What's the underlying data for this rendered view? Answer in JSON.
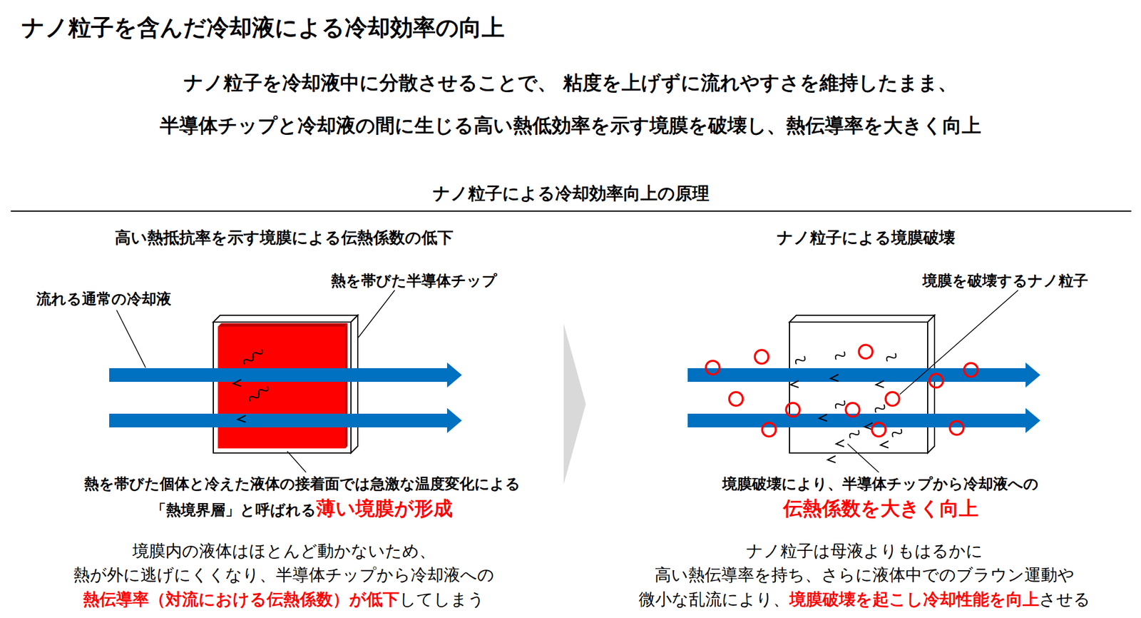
{
  "diagram": {
    "title": "ナノ粒子を含んだ冷却液による冷却効率の向上",
    "labels": [
      "ナノ粒子を冷却液中に分散させることで、 粘度を上げずに流れやすさを維持したまま、",
      "半導体チップと冷却液の間に生じる高い熱低効率を示す境膜を破壊し、熱伝導率を大きく向上",
      "ナノ粒子による冷却効率向上の原理",
      "高い熱抵抗率を示す境膜による伝熱係数の低下",
      "ナノ粒子による境膜破壊",
      "流れる通常の冷却液",
      "熱を帯びた半導体チップ",
      "境膜を破壊するナノ粒子",
      "熱を帯びた個体と冷えた液体の接着面では急激な温度変化による",
      "「熱境界層」と呼ばれる",
      "薄い境膜が形成",
      "境膜破壊により、半導体チップから冷却液への",
      "伝熱係数を大きく向上",
      "境膜内の液体はほとんど動かないため、",
      "熱が外に逃げにくくなり、半導体チップから冷却液への",
      "熱伝導率（対流における伝熱係数）が低下",
      "してしまう",
      "ナノ粒子は母液よりもはるかに",
      "高い熱伝導率を持ち、さらに液体中でのブラウン運動や",
      "微小な乱流により、",
      "境膜破壊を起こし冷却性能を向上",
      "させる"
    ]
  }
}
